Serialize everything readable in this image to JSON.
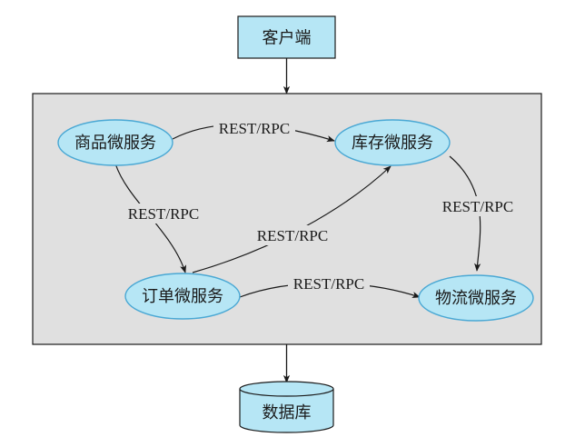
{
  "client": {
    "label": "客户端"
  },
  "database": {
    "label": "数据库"
  },
  "services": {
    "product": {
      "label": "商品微服务"
    },
    "inventory": {
      "label": "库存微服务"
    },
    "order": {
      "label": "订单微服务"
    },
    "logistics": {
      "label": "物流微服务"
    }
  },
  "edges": {
    "product_to_inventory": {
      "label": "REST/RPC"
    },
    "product_to_order": {
      "label": "REST/RPC"
    },
    "order_to_inventory": {
      "label": "REST/RPC"
    },
    "order_to_logistics": {
      "label": "REST/RPC"
    },
    "inventory_to_logistics": {
      "label": "REST/RPC"
    }
  },
  "colors": {
    "node_fill": "#b6e6f5",
    "node_stroke": "#4aa8d4",
    "container_fill": "#e0e0e0",
    "line": "#1a1a1a"
  }
}
